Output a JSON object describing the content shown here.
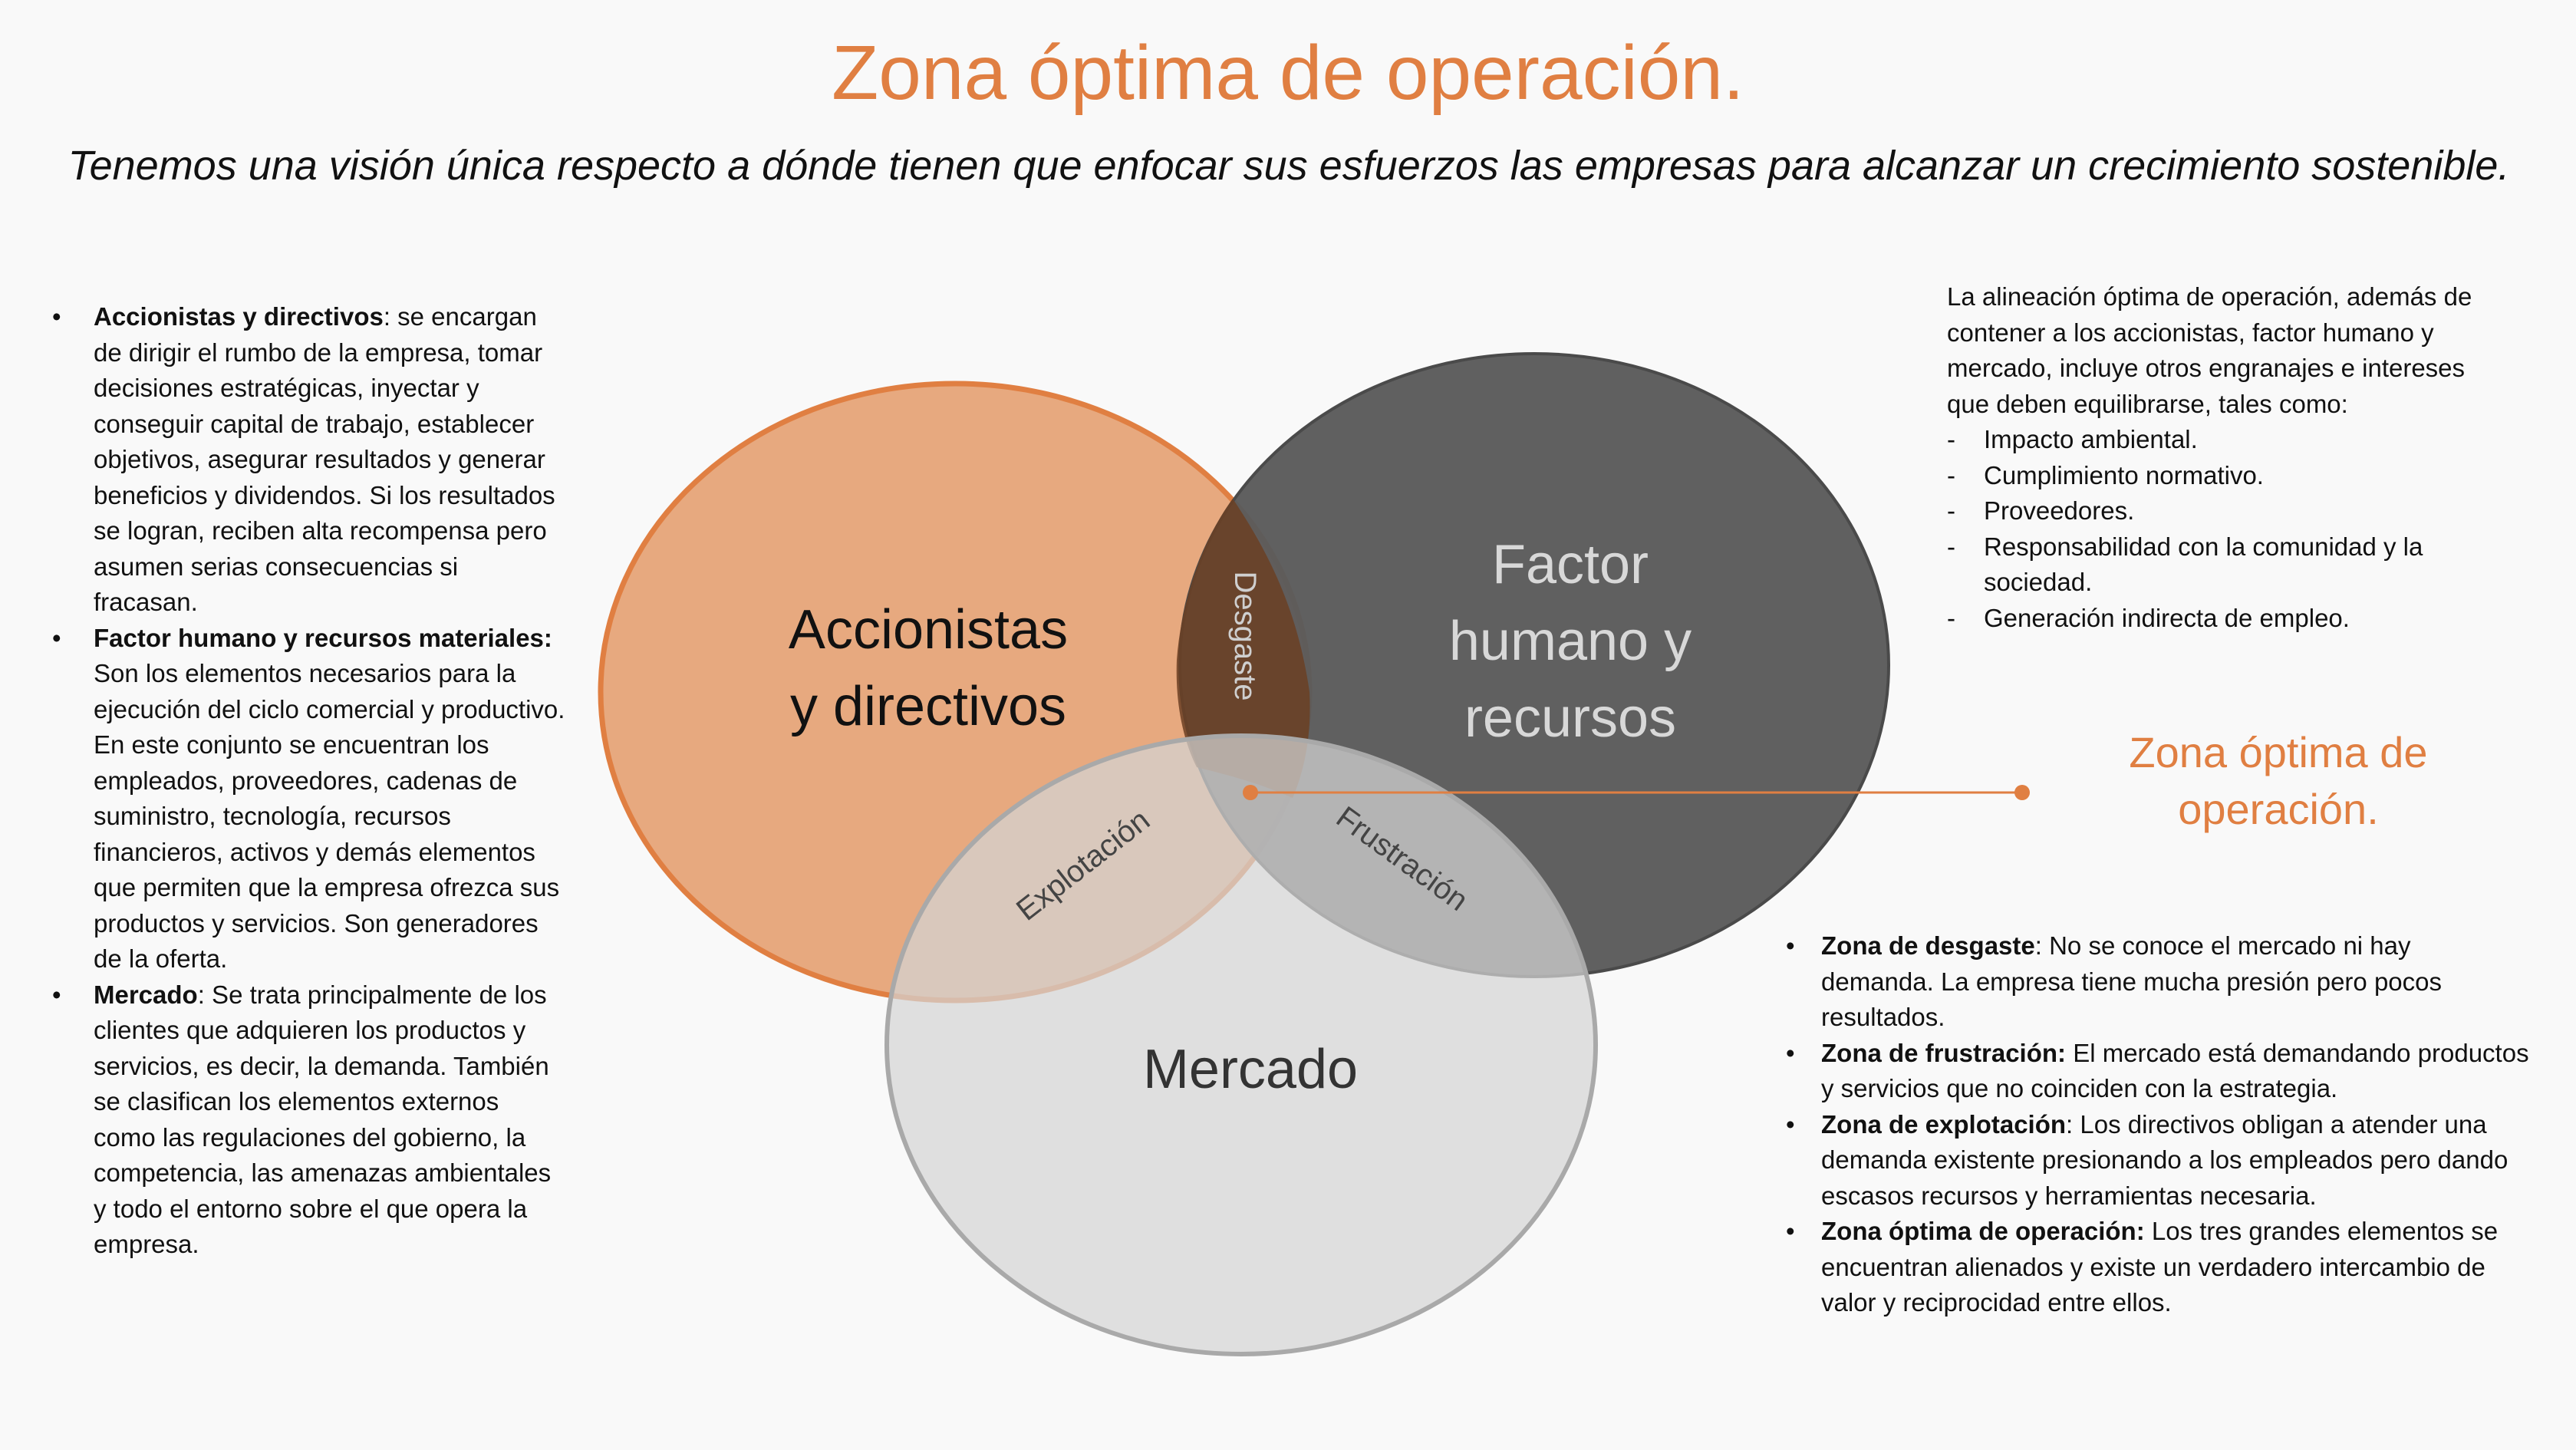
{
  "title": "Zona óptima de operación.",
  "subtitle": "Tenemos una visión única respecto a dónde tienen que enfocar sus esfuerzos las empresas para alcanzar un crecimiento sostenible.",
  "left_items": [
    {
      "term": "Accionistas y directivos",
      "text": ": se encargan de dirigir el rumbo de la empresa, tomar decisiones estratégicas, inyectar y conseguir capital de trabajo, establecer objetivos, asegurar resultados y generar beneficios y dividendos. Si los resultados se logran, reciben alta recompensa pero asumen serias consecuencias si fracasan."
    },
    {
      "term": "Factor humano y recursos materiales:",
      "text": " Son los elementos necesarios para la ejecución del ciclo comercial y productivo. En este conjunto se encuentran los empleados, proveedores, cadenas de suministro, tecnología, recursos financieros, activos y demás elementos que permiten que la empresa ofrezca sus productos y servicios. Son generadores de la oferta."
    },
    {
      "term": "Mercado",
      "text": ": Se trata principalmente de los clientes que adquieren los productos y servicios, es decir, la demanda. También se clasifican los elementos externos como las regulaciones del gobierno, la competencia, las amenazas ambientales y todo el entorno sobre el que opera la empresa."
    }
  ],
  "right_top": {
    "intro": "La alineación óptima de operación, además de contener a los accionistas, factor humano y mercado, incluye otros engranajes e intereses que deben equilibrarse, tales como:",
    "items": [
      "Impacto ambiental.",
      "Cumplimiento normativo.",
      "Proveedores.",
      "Responsabilidad con la comunidad y la sociedad.",
      "Generación indirecta de empleo."
    ]
  },
  "venn": {
    "set_a": [
      "Accionistas",
      "y directivos"
    ],
    "set_b": [
      "Factor",
      "humano y",
      "recursos"
    ],
    "set_c": "Mercado",
    "zone_ab": "Desgaste",
    "zone_ac": "Explotación",
    "zone_bc": "Frustración",
    "colors": {
      "a_fill": "#e7a97f",
      "a_stroke": "#e07f42",
      "b_fill": "#5b5b5b",
      "c_fill": "#d4d4d4",
      "accent": "#e07f42"
    }
  },
  "zona_label": [
    "Zona óptima de",
    "operación."
  ],
  "right_bottom": [
    {
      "term": "Zona de desgaste",
      "text": ": No se conoce el mercado ni hay demanda. La empresa tiene mucha presión pero pocos resultados."
    },
    {
      "term": "Zona de frustración:",
      "text": " El mercado está demandando productos y servicios que no coinciden con la estrategia."
    },
    {
      "term": "Zona de explotación",
      "text": ": Los directivos obligan a atender una demanda existente presionando a los empleados pero dando escasos recursos y herramientas necesaria."
    },
    {
      "term": "Zona óptima de operación:",
      "text": " Los tres grandes elementos se encuentran alienados y existe un verdadero  intercambio de valor y reciprocidad entre ellos."
    }
  ]
}
